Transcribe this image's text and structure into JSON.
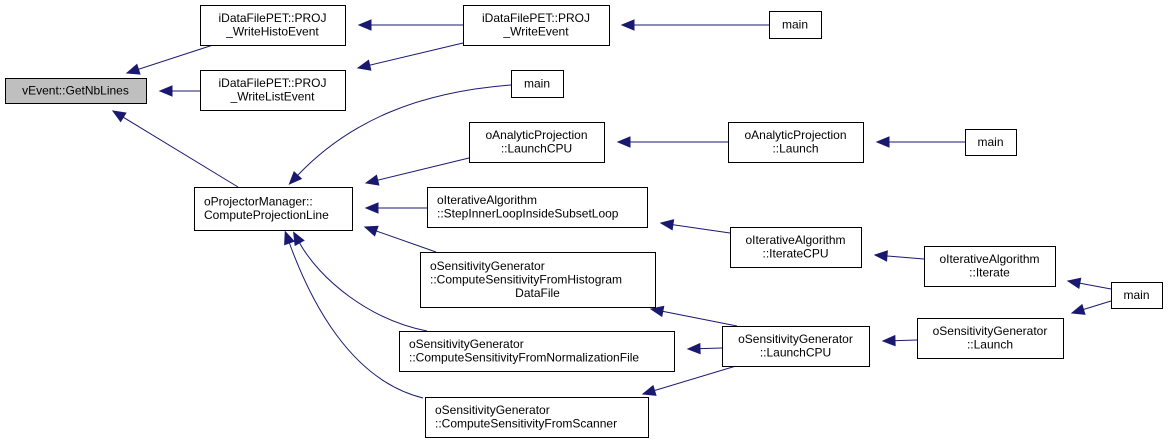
{
  "title": "Caller graph of vEvent::GetNbLines",
  "colors": {
    "edge": "#191970",
    "root_fill": "#bfbfbf",
    "node_fill": "#ffffff",
    "border": "#000000"
  },
  "nodes": [
    {
      "id": "root",
      "lines": [
        "vEvent::GetNbLines"
      ],
      "root": true
    },
    {
      "id": "writeHisto",
      "lines": [
        "iDataFilePET::PROJ",
        "_WriteHistoEvent"
      ]
    },
    {
      "id": "writeList",
      "lines": [
        "iDataFilePET::PROJ",
        "_WriteListEvent"
      ]
    },
    {
      "id": "writeEvent",
      "lines": [
        "iDataFilePET::PROJ",
        "_WriteEvent"
      ]
    },
    {
      "id": "main1",
      "lines": [
        "main"
      ]
    },
    {
      "id": "projLine",
      "lines": [
        "oProjectorManager::",
        "ComputeProjectionLine"
      ],
      "align": "left"
    },
    {
      "id": "main2",
      "lines": [
        "main"
      ]
    },
    {
      "id": "anaLaunchCPU",
      "lines": [
        "oAnalyticProjection",
        "::LaunchCPU"
      ]
    },
    {
      "id": "anaLaunch",
      "lines": [
        "oAnalyticProjection",
        "::Launch"
      ]
    },
    {
      "id": "main3",
      "lines": [
        "main"
      ]
    },
    {
      "id": "stepInner",
      "lines": [
        "oIterativeAlgorithm",
        "::StepInnerLoopInsideSubsetLoop"
      ],
      "align": "left"
    },
    {
      "id": "iterateCPU",
      "lines": [
        "oIterativeAlgorithm",
        "::IterateCPU"
      ]
    },
    {
      "id": "iterate",
      "lines": [
        "oIterativeAlgorithm",
        "::Iterate"
      ]
    },
    {
      "id": "main4",
      "lines": [
        "main"
      ]
    },
    {
      "id": "sensHisto",
      "lines": [
        "oSensitivityGenerator",
        "::ComputeSensitivityFromHistogram",
        "DataFile"
      ],
      "align": "mixed"
    },
    {
      "id": "sensNorm",
      "lines": [
        "oSensitivityGenerator",
        "::ComputeSensitivityFromNormalizationFile"
      ],
      "align": "left"
    },
    {
      "id": "sensScanner",
      "lines": [
        "oSensitivityGenerator",
        "::ComputeSensitivityFromScanner"
      ],
      "align": "left"
    },
    {
      "id": "sensLaunchCPU",
      "lines": [
        "oSensitivityGenerator",
        "::LaunchCPU"
      ]
    },
    {
      "id": "sensLaunch",
      "lines": [
        "oSensitivityGenerator",
        "::Launch"
      ]
    }
  ],
  "edges": [
    {
      "from": "writeHisto",
      "to": "root"
    },
    {
      "from": "writeList",
      "to": "root"
    },
    {
      "from": "projLine",
      "to": "root"
    },
    {
      "from": "writeEvent",
      "to": "writeHisto"
    },
    {
      "from": "writeEvent",
      "to": "writeList"
    },
    {
      "from": "main1",
      "to": "writeEvent"
    },
    {
      "from": "main2",
      "to": "projLine"
    },
    {
      "from": "anaLaunchCPU",
      "to": "projLine"
    },
    {
      "from": "stepInner",
      "to": "projLine"
    },
    {
      "from": "sensHisto",
      "to": "projLine"
    },
    {
      "from": "sensNorm",
      "to": "projLine"
    },
    {
      "from": "sensScanner",
      "to": "projLine"
    },
    {
      "from": "anaLaunch",
      "to": "anaLaunchCPU"
    },
    {
      "from": "main3",
      "to": "anaLaunch"
    },
    {
      "from": "iterateCPU",
      "to": "stepInner"
    },
    {
      "from": "iterate",
      "to": "iterateCPU"
    },
    {
      "from": "main4",
      "to": "iterate"
    },
    {
      "from": "sensLaunchCPU",
      "to": "sensHisto"
    },
    {
      "from": "sensLaunchCPU",
      "to": "sensNorm"
    },
    {
      "from": "sensLaunchCPU",
      "to": "sensScanner"
    },
    {
      "from": "sensLaunch",
      "to": "sensLaunchCPU"
    },
    {
      "from": "main4",
      "to": "sensLaunch"
    }
  ]
}
